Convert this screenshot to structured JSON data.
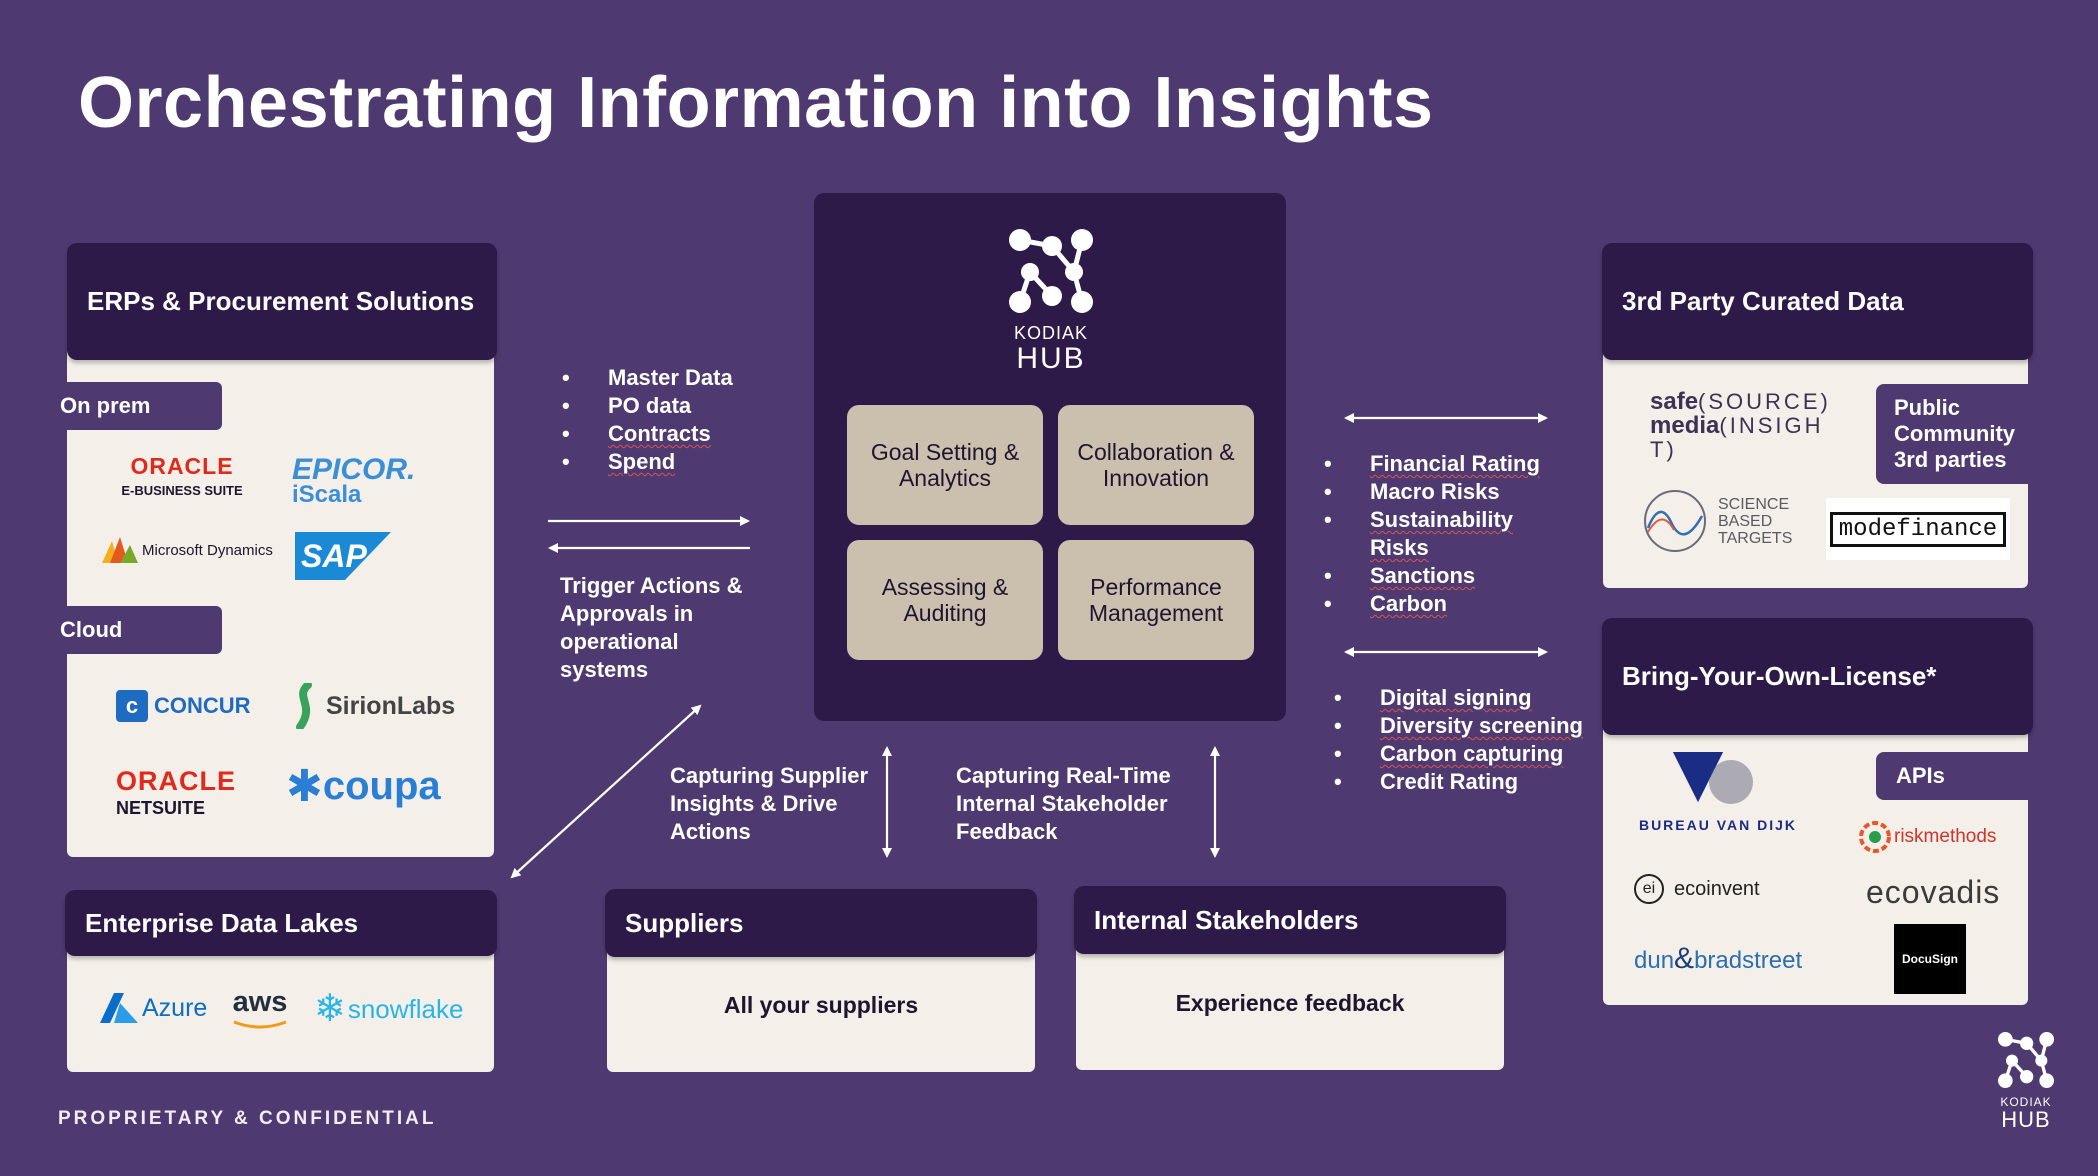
{
  "title": "Orchestrating Information into Insights",
  "footer": "PROPRIETARY & CONFIDENTIAL",
  "erp": {
    "header": "ERPs & Procurement Solutions",
    "on_prem": "On prem",
    "cloud": "Cloud",
    "oracle_ebs_main": "ORACLE",
    "oracle_ebs_sub": "E-BUSINESS SUITE",
    "epicor_main": "EPICOR.",
    "epicor_sub": "iScala",
    "ms_dynamics": "Microsoft Dynamics",
    "sap": "SAP",
    "concur": "CONCUR",
    "sirionlabs": "SirionLabs",
    "oracle_ns_main": "ORACLE",
    "oracle_ns_sub": "NETSUITE",
    "coupa": "coupa"
  },
  "data_lakes": {
    "header": "Enterprise Data Lakes",
    "azure": "Azure",
    "aws": "aws",
    "snowflake": "snowflake"
  },
  "hub": {
    "logo_top": "KODIAK",
    "logo_bottom": "HUB",
    "boxes": [
      "Goal Setting & Analytics",
      "Collaboration & Innovation",
      "Assessing & Auditing",
      "Performance Management"
    ]
  },
  "left_flow": {
    "bullets": [
      "Master Data",
      "PO data",
      "Contracts",
      "Spend"
    ],
    "trigger": "Trigger Actions & Approvals in operational systems",
    "capturing": "Capturing Supplier Insights & Drive Actions"
  },
  "bottom_flow": {
    "capturing_internal": "Capturing Real-Time Internal Stakeholder Feedback"
  },
  "right_flow": {
    "bullets_a": [
      "Financial Rating",
      "Macro Risks",
      "Sustainability Risks",
      "Sanctions",
      "Carbon"
    ],
    "bullets_b": [
      "Digital signing",
      "Diversity screening",
      "Carbon capturing",
      "Credit Rating"
    ]
  },
  "suppliers": {
    "header": "Suppliers",
    "body": "All your suppliers"
  },
  "stakeholders": {
    "header": "Internal Stakeholders",
    "body": "Experience feedback"
  },
  "third_party": {
    "header": "3rd Party Curated Data",
    "tag": "Public Community 3rd parties",
    "safe": "safe",
    "safe_suffix": "(SOURCE)",
    "media": "media",
    "media_suffix": "(INSIGHT)",
    "sbt": "SCIENCE BASED TARGETS",
    "modefinance": "modefinance"
  },
  "byol": {
    "header": "Bring-Your-Own-License*",
    "apis": "APIs",
    "bvd": "BUREAU VAN DIJK",
    "riskmethods": "riskmethods",
    "ecoinvent": "ecoinvent",
    "ecovadis": "ecovadis",
    "dnb_a": "dun",
    "dnb_amp": "&",
    "dnb_b": "bradstreet",
    "docusign": "DocuSign"
  },
  "corner_logo": {
    "top": "KODIAK",
    "bottom": "HUB"
  },
  "colors": {
    "background": "#4e3a70",
    "dark": "#2d1a48",
    "panel": "#f4efe8",
    "hub_box": "#cbbfad"
  }
}
